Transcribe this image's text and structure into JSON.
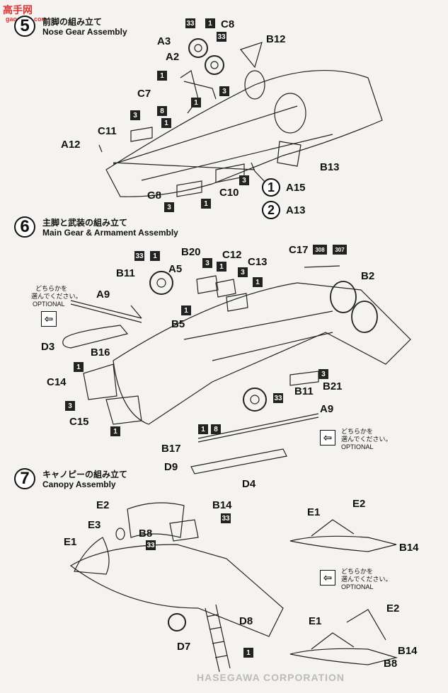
{
  "watermark": {
    "cn": "高手网",
    "url": "gaoshou.com"
  },
  "steps": [
    {
      "num": "5",
      "jp": "前脚の組み立て",
      "en": "Nose Gear Assembly"
    },
    {
      "num": "6",
      "jp": "主脚と武装の組み立て",
      "en": "Main Gear & Armament Assembly"
    },
    {
      "num": "7",
      "jp": "キャノピーの組み立て",
      "en": "Canopy Assembly"
    }
  ],
  "parts5": [
    "C8",
    "B12",
    "A3",
    "A2",
    "C7",
    "C11",
    "A12",
    "B13",
    "G8",
    "C10",
    "A15",
    "A13"
  ],
  "parts6": [
    "B20",
    "C12",
    "C13",
    "C17",
    "B2",
    "A9",
    "B11",
    "A5",
    "B5",
    "D3",
    "B16",
    "C14",
    "C15",
    "B11",
    "B21",
    "A9",
    "B17",
    "D9",
    "D4"
  ],
  "parts7": [
    "E2",
    "B14",
    "E3",
    "B8",
    "E1",
    "D8",
    "D7",
    "E1",
    "E2",
    "B14",
    "E1",
    "E2",
    "B14",
    "B8"
  ],
  "paint": {
    "p1": "1",
    "p3": "3",
    "p8": "8",
    "p33": "33",
    "p308": "308",
    "p307": "307",
    "c1": "1",
    "c2": "2"
  },
  "optional": {
    "jp1": "どちらかを",
    "jp2": "選んでください。",
    "en": "OPTIONAL",
    "arrow": "⇦"
  },
  "footer": "HASEGAWA CORPORATION"
}
